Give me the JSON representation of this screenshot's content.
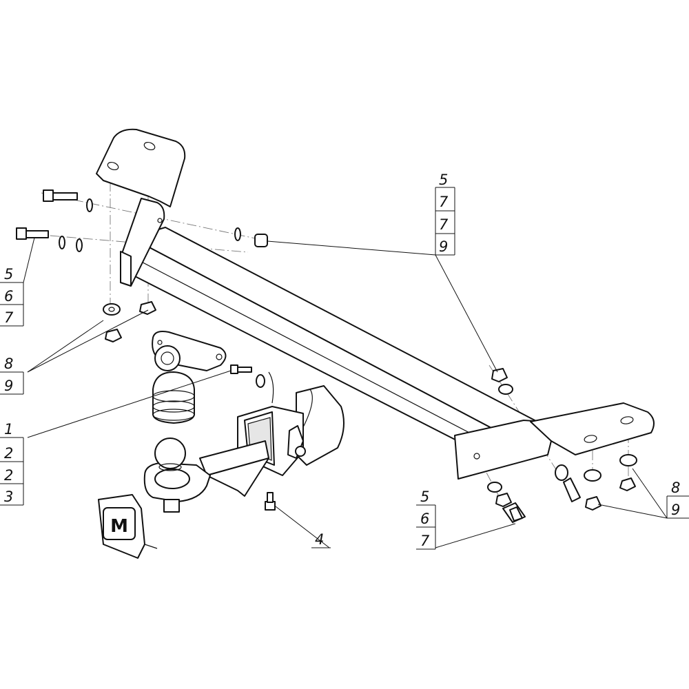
{
  "callouts": {
    "top_right": [
      "5",
      "7",
      "7",
      "9"
    ],
    "left_upper": [
      "5",
      "6",
      "7"
    ],
    "left_middle": [
      "8",
      "9"
    ],
    "left_lower": [
      "1",
      "2",
      "2",
      "3"
    ],
    "bottom_center": "4",
    "bottom_right_stack": [
      "5",
      "6",
      "7"
    ],
    "right_lower": [
      "8",
      "9"
    ]
  },
  "cover_logo": "М"
}
